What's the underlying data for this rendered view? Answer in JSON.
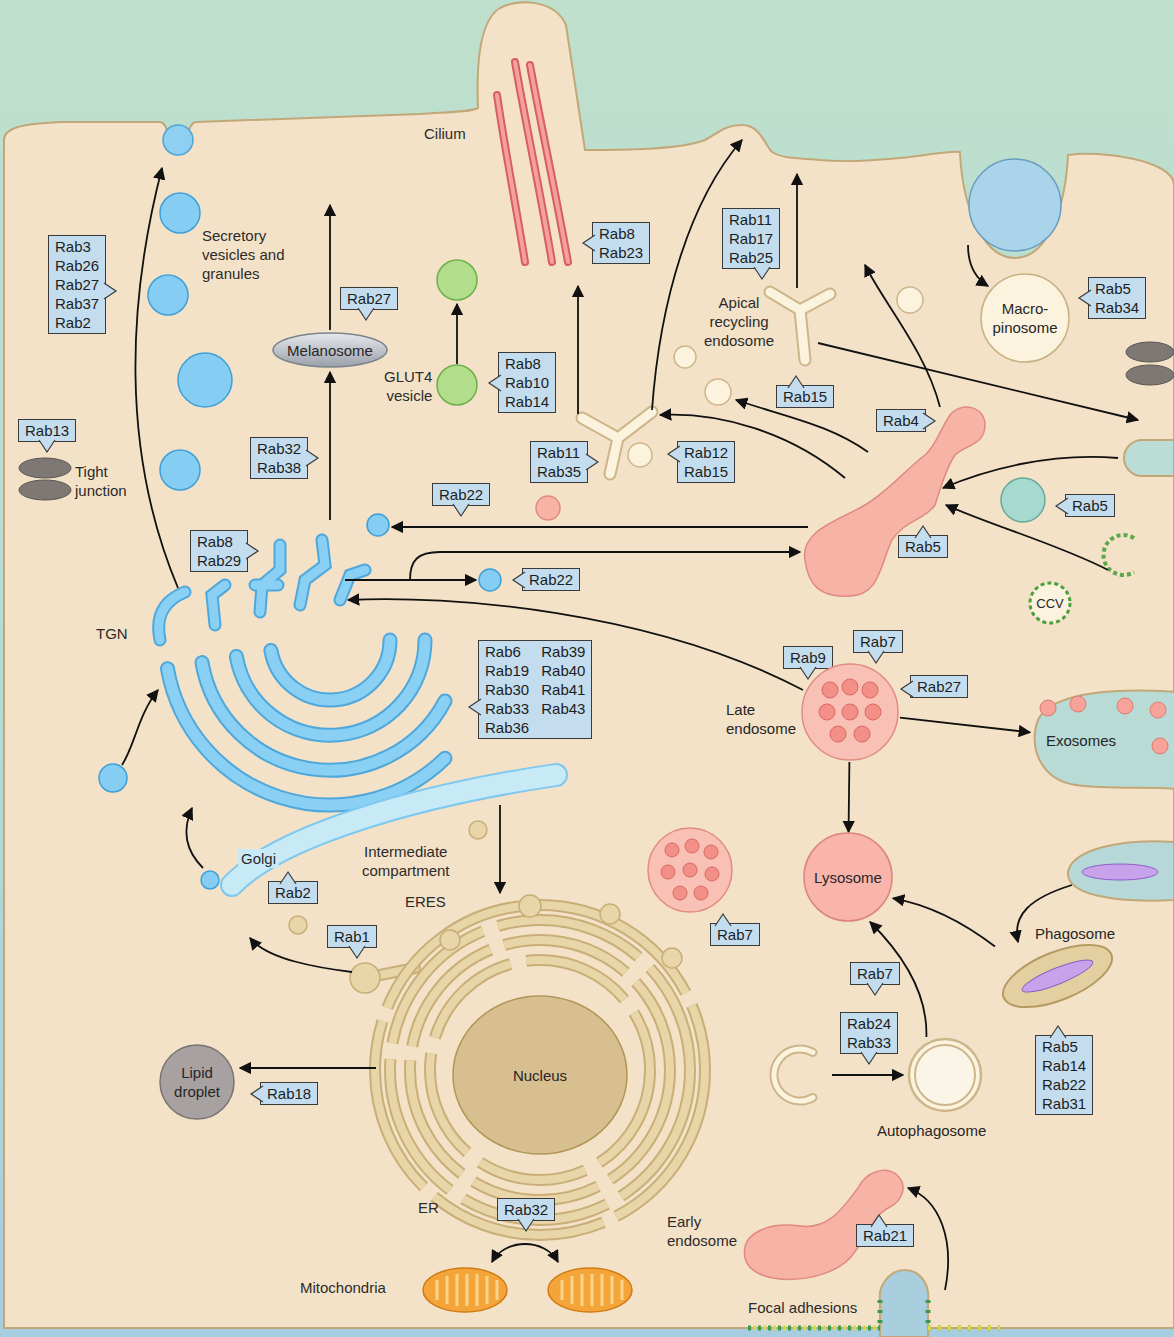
{
  "diagram": {
    "nodes": [
      {
        "text": [
          "Rab8 Rab23"
        ]
      },
      {
        "text": [
          "Rab11 Rab17 Rab25"
        ]
      },
      {
        "text": [
          "Rab3 Rab26 Rab27 Rab37 Rab2"
        ]
      },
      {
        "text": [
          "Rab5 Rab34"
        ]
      },
      {
        "text": [
          "Macro- pinosome"
        ]
      },
      {
        "text": [
          "Rab27"
        ]
      },
      {
        "text": [
          "Melanosome"
        ]
      },
      {
        "text": [
          "Rab8 Rab10 Rab14"
        ]
      },
      {
        "text": [
          "Rab15"
        ]
      },
      {
        "text": [
          "Rab4"
        ]
      },
      {
        "text": [
          "Rab13"
        ]
      },
      {
        "text": [
          "Rab32 Rab38"
        ]
      },
      {
        "text": [
          "Rab11 Rab35"
        ]
      },
      {
        "text": [
          "Rab12 Rab15"
        ]
      },
      {
        "text": [
          "Rab22"
        ]
      },
      {
        "text": [
          "Rab5"
        ]
      },
      {
        "text": [
          "Rab8 Rab29"
        ]
      },
      {
        "text": [
          "Rab5"
        ]
      },
      {
        "text": [
          "Rab22"
        ]
      },
      {
        "text": [
          "CCV"
        ]
      },
      {
        "text": [
          "Rab7"
        ]
      },
      {
        "text": [
          "Rab9"
        ]
      },
      {
        "text": [
          "Rab6 Rab19 Rab30 Rab33 Rab36",
          "Rab39 Rab40 Rab41 Rab43"
        ]
      },
      {
        "text": [
          "Late endosome"
        ]
      },
      {
        "text": [
          "Rab27"
        ]
      },
      {
        "text": [
          "Exosomes"
        ]
      },
      {
        "text": [
          "Lysosome"
        ]
      },
      {
        "text": [
          "Rab2"
        ]
      },
      {
        "text": [
          "Rab7"
        ]
      },
      {
        "text": [
          "Rab1"
        ]
      },
      {
        "text": [
          "Phagosome"
        ]
      },
      {
        "text": [
          "Rab7"
        ]
      },
      {
        "text": [
          "Nucleus"
        ]
      },
      {
        "text": [
          "Rab24 Rab33"
        ]
      },
      {
        "text": [
          "Rab5 Rab14 Rab22 Rab31"
        ]
      },
      {
        "text": [
          "Autophagosome"
        ]
      },
      {
        "text": [
          "Lipid droplet"
        ]
      },
      {
        "text": [
          "Rab18"
        ]
      },
      {
        "text": [
          "Rab32"
        ]
      },
      {
        "text": [
          "Rab21"
        ]
      }
    ],
    "edges": [
      {
        "from": 23,
        "to": 26,
        "arrow": "to"
      },
      {
        "from": 23,
        "to": 25,
        "arrow": "to"
      },
      {
        "from": 30,
        "to": 26,
        "arrow": "to"
      },
      {
        "from": 35,
        "to": 26,
        "arrow": "to"
      }
    ],
    "labels": [
      "Cilium",
      "Secretory vesicles and granules",
      "GLUT4 vesicle",
      "Apical recycling endosome",
      "Tight junction",
      "TGN",
      "Golgi",
      "Intermediate compartment",
      "ERES",
      "ER",
      "Mitochondria",
      "Early endosome",
      "Focal adhesions"
    ]
  }
}
